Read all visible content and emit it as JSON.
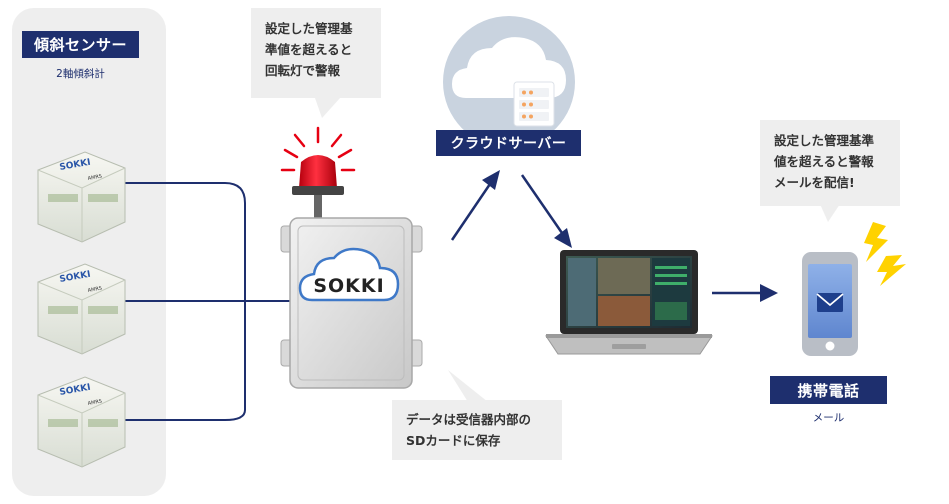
{
  "sensor_panel": {
    "title": "傾斜センサー",
    "subtitle": "2軸傾斜計",
    "device_brand": "SOKKI",
    "device_sub": "AMRS"
  },
  "alarm_callout": {
    "lines": [
      "設定した管理基",
      "準値を超えると",
      "回転灯で警報"
    ]
  },
  "logger": {
    "brand": "SOKKI"
  },
  "sd_callout": {
    "lines": [
      "データは受信器内部の",
      "SDカードに保存"
    ]
  },
  "cloud": {
    "label": "クラウドサーバー"
  },
  "mail_callout": {
    "lines": [
      "設定した管理基準",
      "値を超えると警報",
      "メールを配信!"
    ]
  },
  "phone": {
    "title": "携帯電話",
    "subtitle": "メール"
  },
  "colors": {
    "navy": "#1e2f6e",
    "panel_gray": "#eeeeee",
    "alarm_red": "#e60012",
    "lightning": "#ffd200",
    "cloud_circle": "#c9d3df"
  }
}
